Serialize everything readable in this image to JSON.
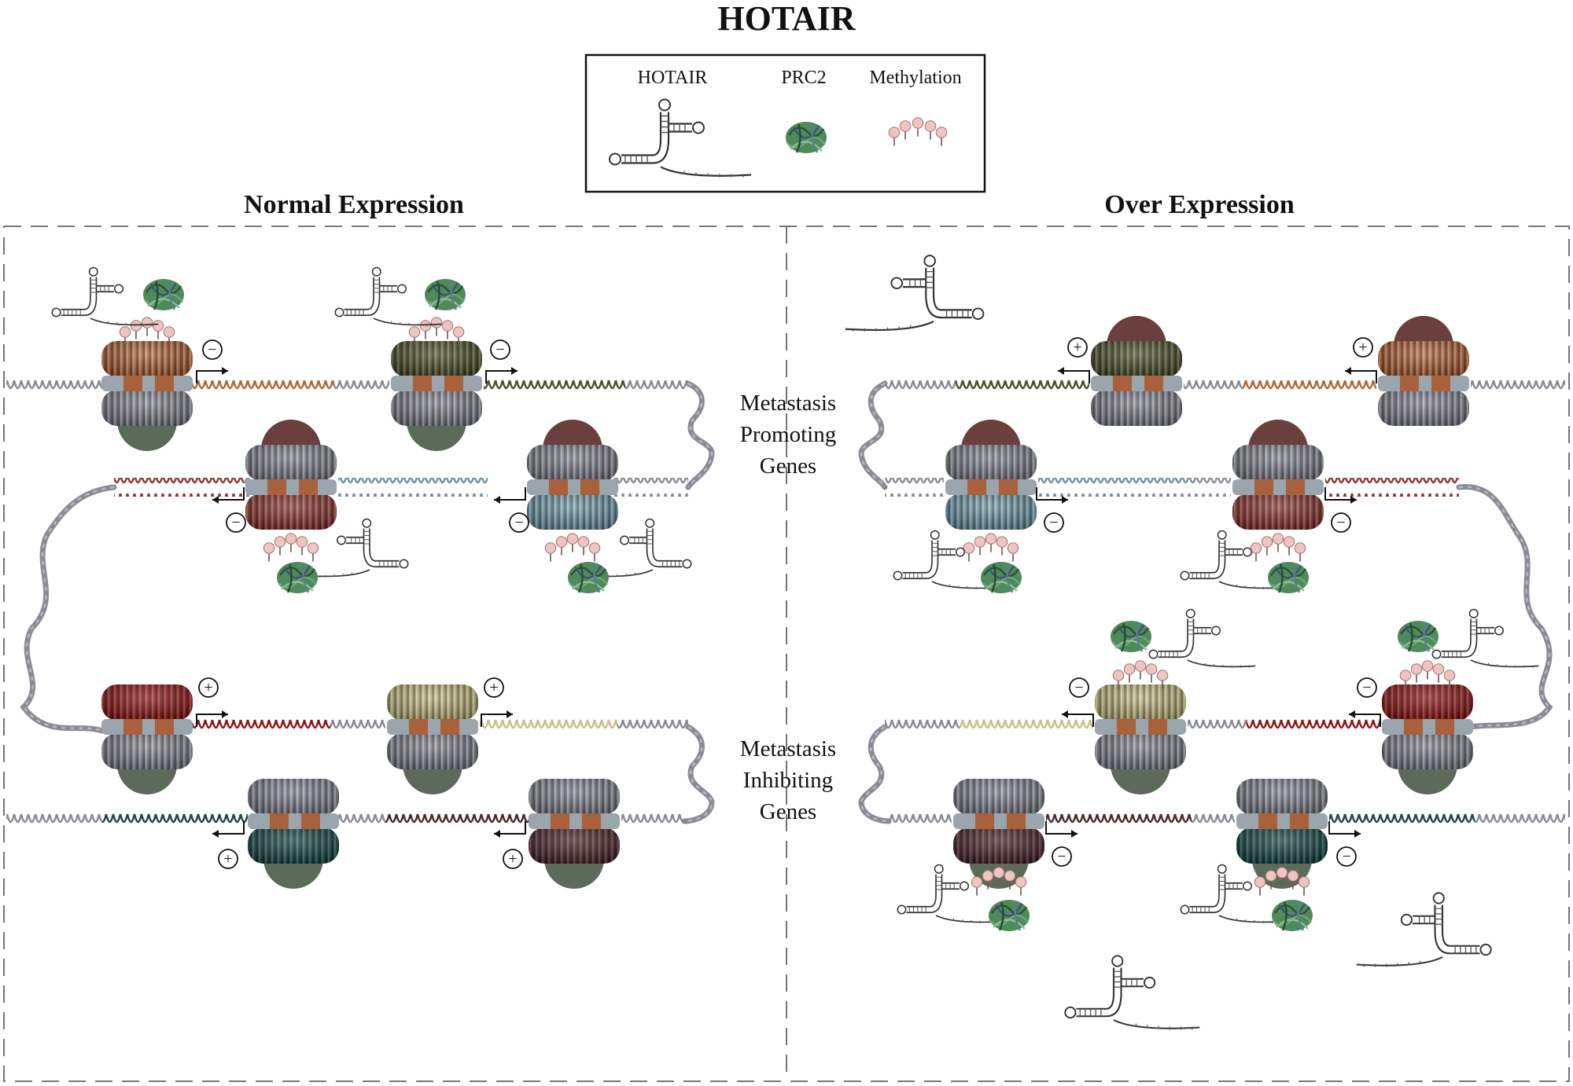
{
  "title": "HOTAIR",
  "legend": {
    "items": [
      {
        "label": "HOTAIR",
        "icon": "hotair-rna-icon"
      },
      {
        "label": "PRC2",
        "icon": "prc2-complex-icon"
      },
      {
        "label": "Methylation",
        "icon": "methylation-marks-icon"
      }
    ]
  },
  "panels": {
    "left": {
      "title": "Normal Expression"
    },
    "right": {
      "title": "Over Expression"
    }
  },
  "center_labels": {
    "promoting": [
      "Metastasis",
      "Promoting",
      "Genes"
    ],
    "inhibiting": [
      "Metastasis",
      "Inhibiting",
      "Genes"
    ]
  },
  "signs": {
    "plus": "+",
    "minus": "−"
  },
  "colors": {
    "nucleosome_gray": "#7d7f8a",
    "orange_gene": "#b0693a",
    "olive_gene": "#4f5230",
    "red_gene": "#8a3a35",
    "blue_gene": "#6f93a2",
    "crimson_gene": "#8c1a1a",
    "khaki_gene": "#c9c08a",
    "teal_gene": "#1f4a4a",
    "maroon_gene": "#4e2b30",
    "prc2_green": "#4f8a5a",
    "methyl_pink": "#f0c4c0"
  }
}
